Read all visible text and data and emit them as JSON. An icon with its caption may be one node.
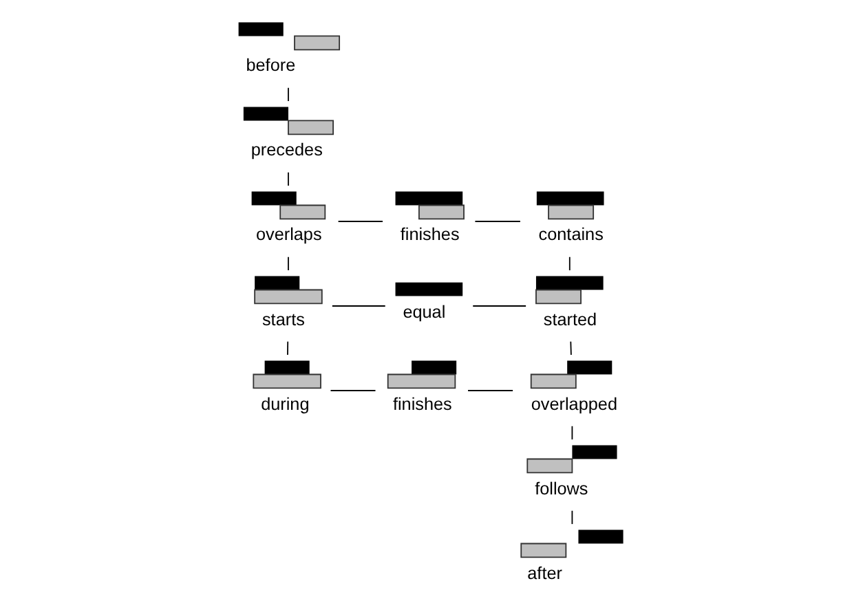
{
  "diagram": {
    "nodes": [
      {
        "text": [
          "before"
        ]
      },
      {
        "text": [
          "precedes"
        ]
      },
      {
        "text": [
          "overlaps"
        ]
      },
      {
        "text": [
          "finishes"
        ]
      },
      {
        "text": [
          "contains"
        ]
      },
      {
        "text": [
          "starts"
        ]
      },
      {
        "text": [
          "equal"
        ]
      },
      {
        "text": [
          "started"
        ]
      },
      {
        "text": [
          "during"
        ]
      },
      {
        "text": [
          "finishes"
        ]
      },
      {
        "text": [
          "overlapped"
        ]
      },
      {
        "text": [
          "follows"
        ]
      },
      {
        "text": [
          "after"
        ]
      }
    ],
    "edges": [
      {
        "from": 0,
        "to": 1,
        "arrow": "none"
      },
      {
        "from": 1,
        "to": 2,
        "arrow": "none"
      },
      {
        "from": 2,
        "to": 3,
        "arrow": "none"
      },
      {
        "from": 3,
        "to": 4,
        "arrow": "none"
      },
      {
        "from": 2,
        "to": 5,
        "arrow": "none"
      },
      {
        "from": 4,
        "to": 7,
        "arrow": "none"
      },
      {
        "from": 5,
        "to": 6,
        "arrow": "none"
      },
      {
        "from": 6,
        "to": 7,
        "arrow": "none"
      },
      {
        "from": 5,
        "to": 8,
        "arrow": "none"
      },
      {
        "from": 7,
        "to": 10,
        "arrow": "none"
      },
      {
        "from": 8,
        "to": 9,
        "arrow": "none"
      },
      {
        "from": 9,
        "to": 10,
        "arrow": "none"
      },
      {
        "from": 10,
        "to": 11,
        "arrow": "none"
      },
      {
        "from": 11,
        "to": 12,
        "arrow": "none"
      }
    ]
  }
}
